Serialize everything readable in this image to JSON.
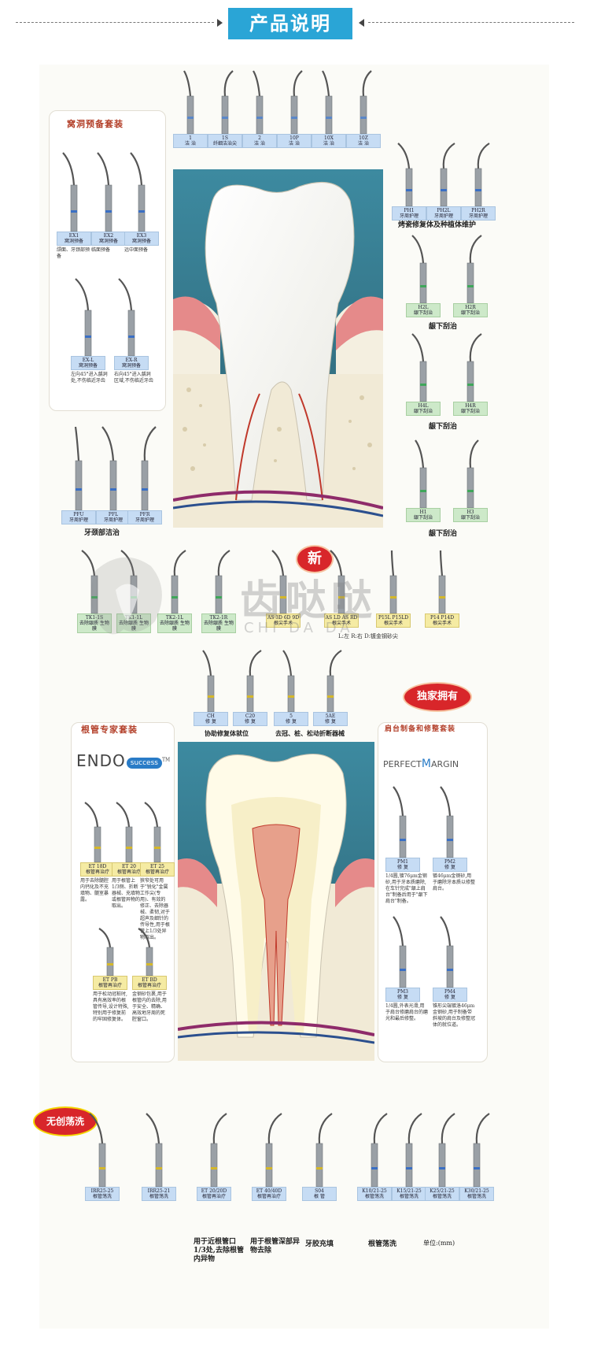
{
  "header": {
    "title": "产品说明"
  },
  "section1": {
    "top_tips": [
      {
        "code": "1",
        "label": "洁 治"
      },
      {
        "code": "1S",
        "label": "纤细洁治尖"
      },
      {
        "code": "2",
        "label": "洁 治"
      },
      {
        "code": "10P",
        "label": "洁 治"
      },
      {
        "code": "10X",
        "label": "洁 治"
      },
      {
        "code": "10Z",
        "label": "洁 治"
      }
    ],
    "cavity": {
      "heading": "窝洞预备套装",
      "tips": [
        {
          "code": "EX1",
          "label": "窝洞预备",
          "desc": "颌面、牙颈部预备"
        },
        {
          "code": "EX2",
          "label": "窝洞预备",
          "desc": "临面预备"
        },
        {
          "code": "EX3",
          "label": "窝洞预备",
          "desc": "远中面预备"
        },
        {
          "code": "EX-L",
          "label": "窝洞预备",
          "desc": "左向45°进入龋洞处,不伤临近牙齿"
        },
        {
          "code": "EX-R",
          "label": "窝洞预备",
          "desc": "右向45°进入龋洞区域,不伤临近牙齿"
        }
      ]
    },
    "perio": {
      "tips": [
        {
          "code": "PH1",
          "label": "牙周护理"
        },
        {
          "code": "PH2L",
          "label": "牙周护理"
        },
        {
          "code": "PH2R",
          "label": "牙周护理"
        }
      ],
      "caption": "烤瓷修复体及种植体维护"
    },
    "subgingival1": {
      "tips": [
        {
          "code": "H2L",
          "label": "龈下刮治"
        },
        {
          "code": "H2R",
          "label": "龈下刮治"
        }
      ],
      "caption": "龈下刮治"
    },
    "subgingival2": {
      "tips": [
        {
          "code": "H4L",
          "label": "龈下刮治"
        },
        {
          "code": "H4R",
          "label": "龈下刮治"
        }
      ],
      "caption": "龈下刮治"
    },
    "subgingival3": {
      "tips": [
        {
          "code": "H1",
          "label": "龈下刮治"
        },
        {
          "code": "H3",
          "label": "龈下刮治"
        }
      ],
      "caption": "龈下刮治"
    },
    "neck": {
      "tips": [
        {
          "code": "PFU",
          "label": "牙周护理"
        },
        {
          "code": "PFL",
          "label": "牙周护理"
        },
        {
          "code": "PFR",
          "label": "牙周护理"
        }
      ],
      "caption": "牙颈部洁治"
    },
    "tk": [
      {
        "code": "TK1-1S",
        "label": "去除龈质 生物膜"
      },
      {
        "code": "TK1-1L",
        "label": "去除龈质 生物膜"
      },
      {
        "code": "TK2-1L",
        "label": "去除龈质 生物膜"
      },
      {
        "code": "TK2-1R",
        "label": "去除龈质 生物膜"
      }
    ],
    "new_badge": "新",
    "apical": [
      {
        "code": "AS 3D 6D 9D",
        "label": "根尖手术"
      },
      {
        "code": "AS LD AS RD",
        "label": "根尖手术"
      },
      {
        "code": "P15L P15LD",
        "label": "根尖手术"
      },
      {
        "code": "P14 P14D",
        "label": "根尖手术"
      }
    ],
    "apical_note": "L:左 R:右 D:镀金钢砂尖"
  },
  "watermark": {
    "cn": "齿哒哒",
    "en": "CHI DA DA"
  },
  "section2": {
    "top_tips": [
      {
        "code": "CH",
        "label": "修 复"
      },
      {
        "code": "C20",
        "label": "修 复"
      },
      {
        "code": "5",
        "label": "修 复"
      },
      {
        "code": "5AE",
        "label": "修 复"
      }
    ],
    "top_caption_left": "协助修复体就位",
    "top_caption_right": "去冠、桩、松动折断器械",
    "exclusive_badge": "独家拥有",
    "endo": {
      "heading": "根管专家套装",
      "logo_left": "ENDO",
      "logo_right": "success",
      "logo_tm": "TM",
      "tips": [
        {
          "code": "ET 18D",
          "label": "根管再治疗",
          "desc": "用于去除髓腔内钙化及不充填物、髓室暴露。"
        },
        {
          "code": "ET 20",
          "label": "根管再治疗",
          "desc": "用于根管上1/3侧、折断器械、充填物或根管异物的取出。"
        },
        {
          "code": "ET 25",
          "label": "根管再治疗",
          "desc": "狭窄处可用于\"锐化\"金属工作尖(专用)、有效的修正、去除器械、柔韧,对于超声及细针的传导性,用于根管上1/3处异物取出。"
        },
        {
          "code": "ET PB",
          "label": "根管再治疗",
          "desc": "用于松动冠桩时,具有高效率的根管传导,设计特殊,特别用于修复前的牢固修复体。"
        },
        {
          "code": "ET BD",
          "label": "根管再治疗",
          "desc": "金钢砂包裹,用于根管内的去除,用于安全、精确、高效地牙周的死腔窗口。"
        }
      ]
    },
    "margin": {
      "heading": "肩台制备和修整套装",
      "logo_left": "PERFECT",
      "logo_right": "ARGIN",
      "tips": [
        {
          "code": "PM1",
          "label": "修 复",
          "desc": "1/4圆,镀76μm金钢砂,用于牙本质磨除,在车针完成\"龈上肩台\"制备后用于\"龈下肩台\"制备。"
        },
        {
          "code": "PM2",
          "label": "修 复",
          "desc": "镀46μm金钢砂,用于磨除牙本质以修整肩台。"
        },
        {
          "code": "PM3",
          "label": "修 复",
          "desc": "1/4圆,外表光滑,用于肩台修磨肩台的磨光和最后修整。"
        },
        {
          "code": "PM4",
          "label": "修 复",
          "desc": "锥形尖端镀洛46μm金钢砂,用于制备带斜坡的肩台及修整冠体的就位道。"
        }
      ]
    }
  },
  "section3": {
    "badge": "无创荡洗",
    "irr": [
      {
        "code": "IRR25-25",
        "label": "根管荡洗"
      },
      {
        "code": "IRR25-21",
        "label": "根管荡洗"
      }
    ],
    "et": [
      {
        "code": "ET 20/20D",
        "label": "根管再治疗"
      },
      {
        "code": "ET 40/40D",
        "label": "根管再治疗"
      }
    ],
    "et20_desc": "用于近根管口1/3处,去除根管内异物",
    "et40_desc": "用于根管深部异物去除",
    "s04": {
      "code": "S04",
      "label": "根 管"
    },
    "s04_desc": "牙胶充填",
    "k": [
      {
        "code": "K10/21-25",
        "label": "根管荡洗"
      },
      {
        "code": "K15/21-25",
        "label": "根管荡洗"
      },
      {
        "code": "K25/21-25",
        "label": "根管荡洗"
      },
      {
        "code": "K30/21-25",
        "label": "根管荡洗"
      }
    ],
    "k_caption": "根管荡洗",
    "unit": "单位:(mm)"
  }
}
